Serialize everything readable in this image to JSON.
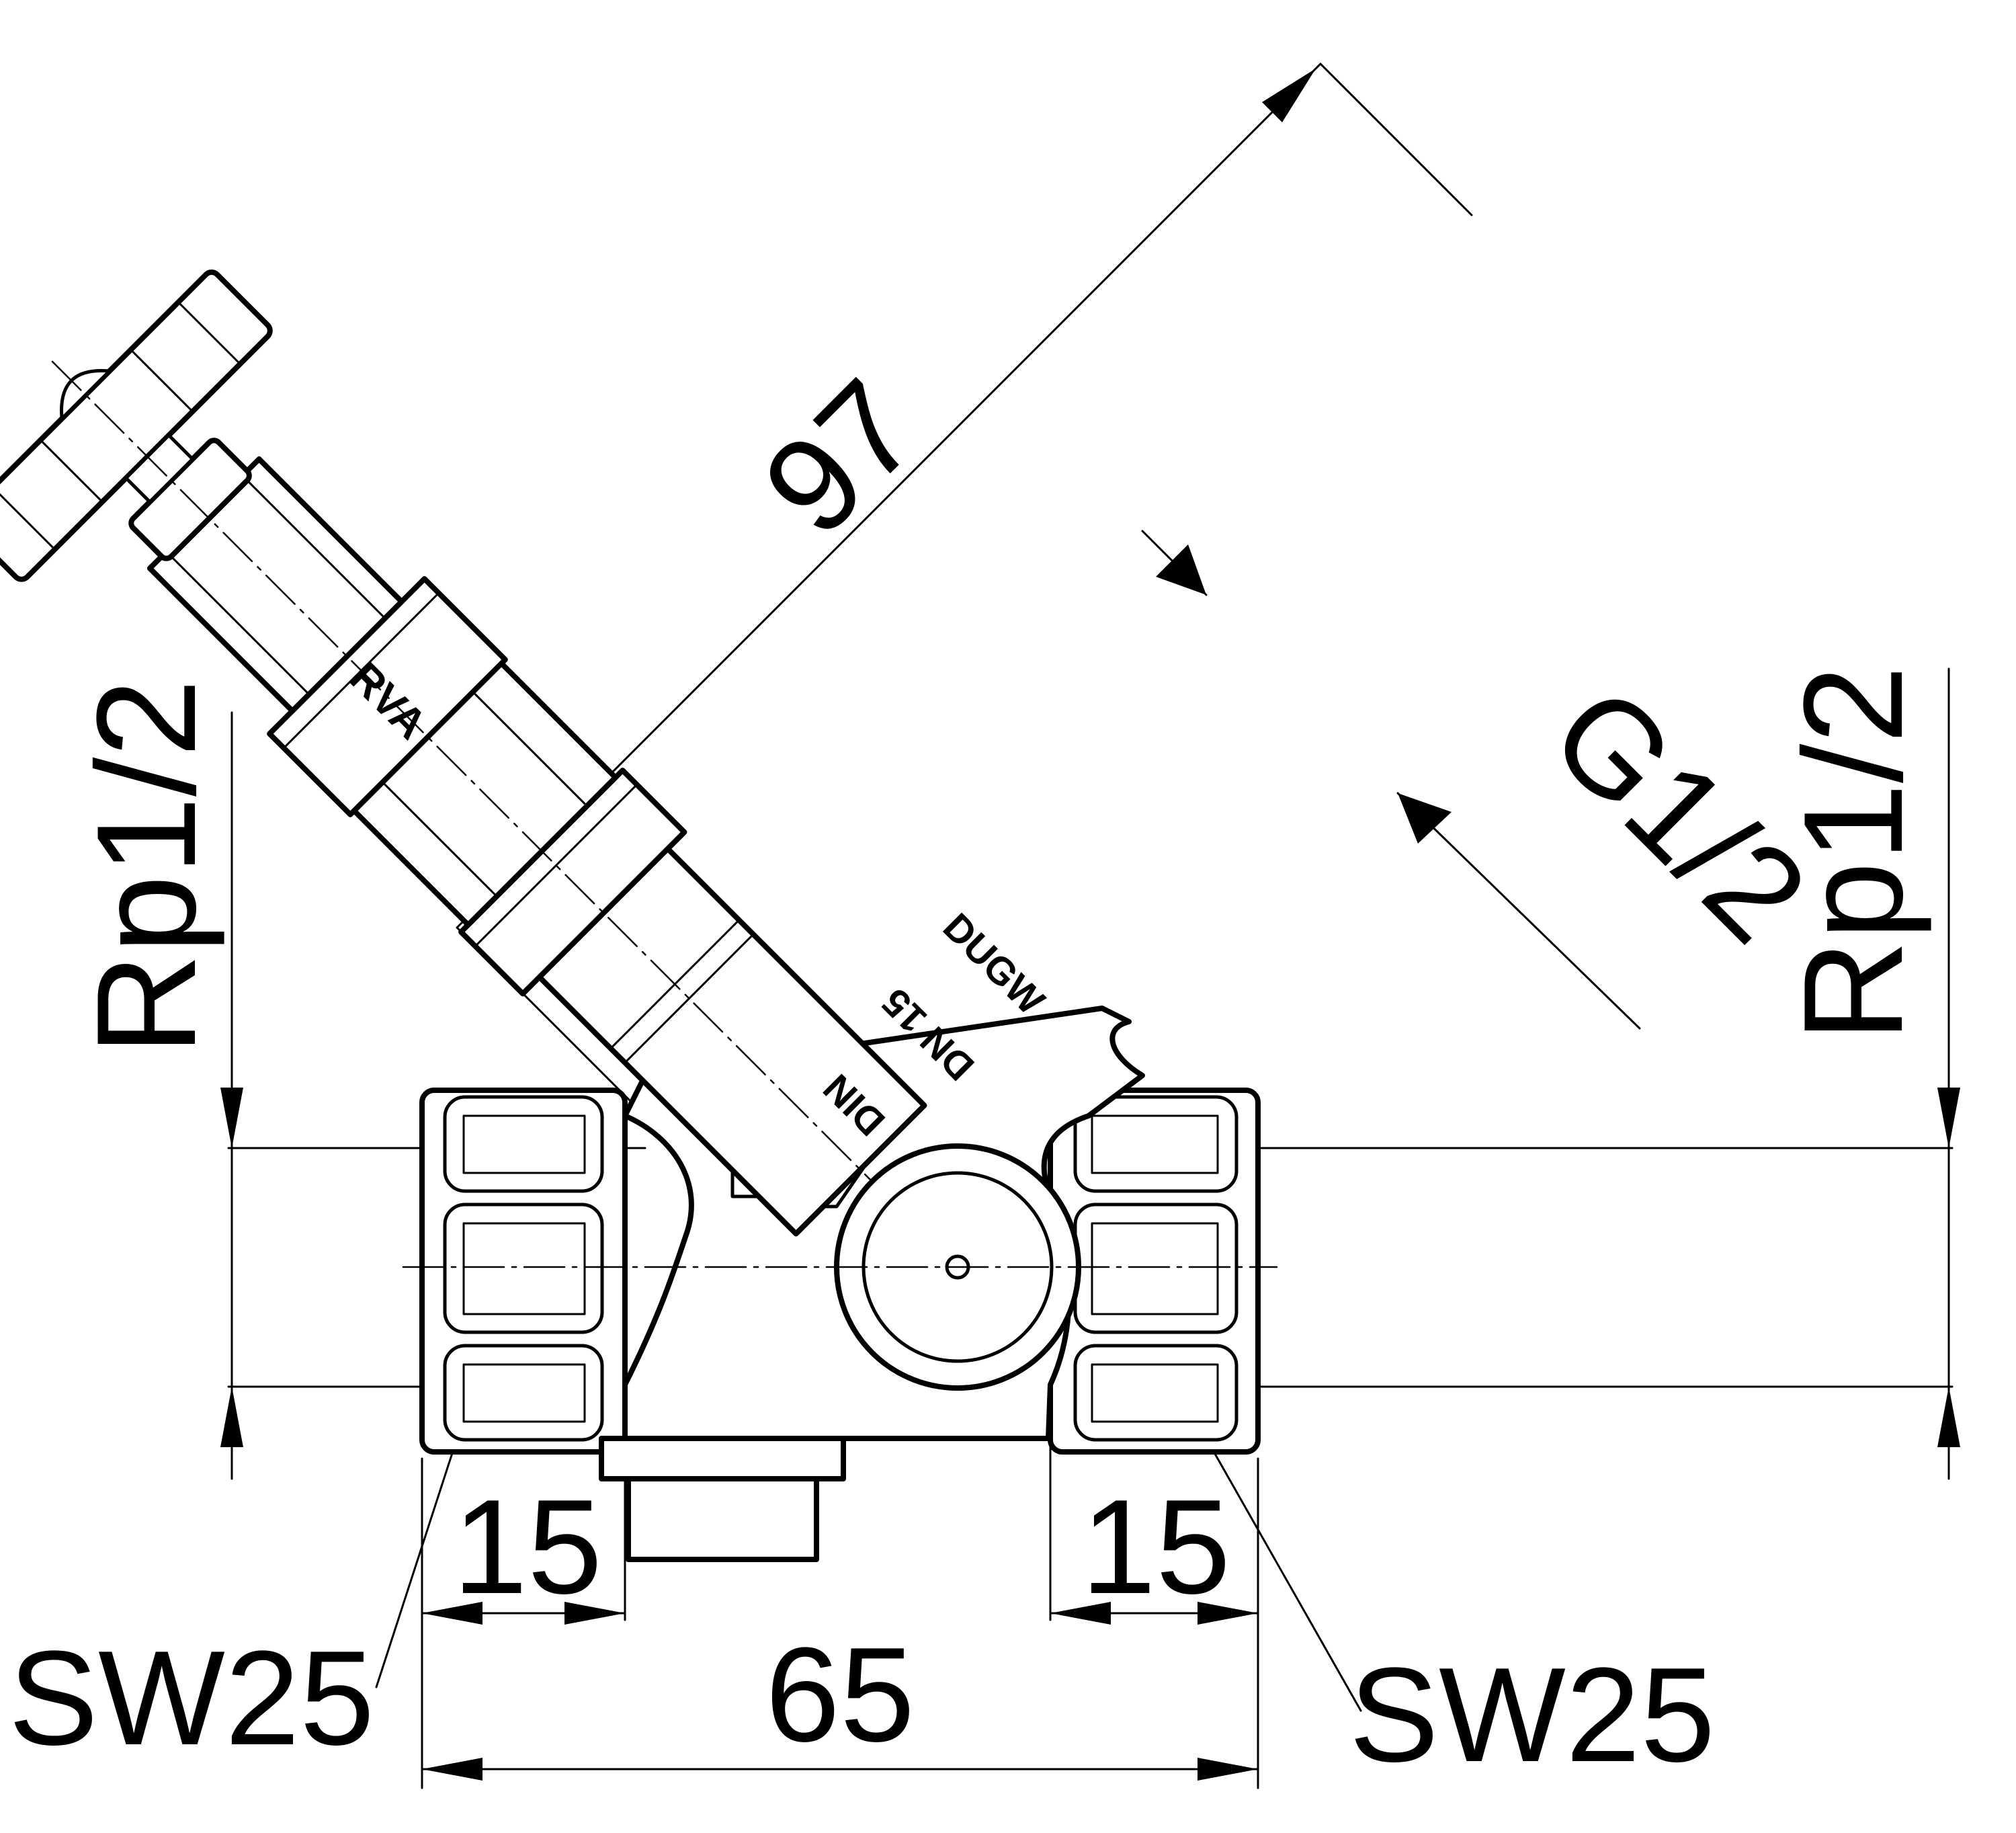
{
  "dimensions": {
    "overall_length": "97",
    "total_width": "65",
    "left_thread_depth": "15",
    "right_thread_depth": "15",
    "left_thread": "Rp1/2",
    "right_thread": "Rp1/2",
    "bonnet_thread": "G1/2",
    "left_wrench_size": "SW25",
    "right_wrench_size": "SW25"
  },
  "markings": {
    "line1": "DUGW",
    "line2": "DN 15",
    "line3": "DIN",
    "bonnet": "RVA"
  }
}
